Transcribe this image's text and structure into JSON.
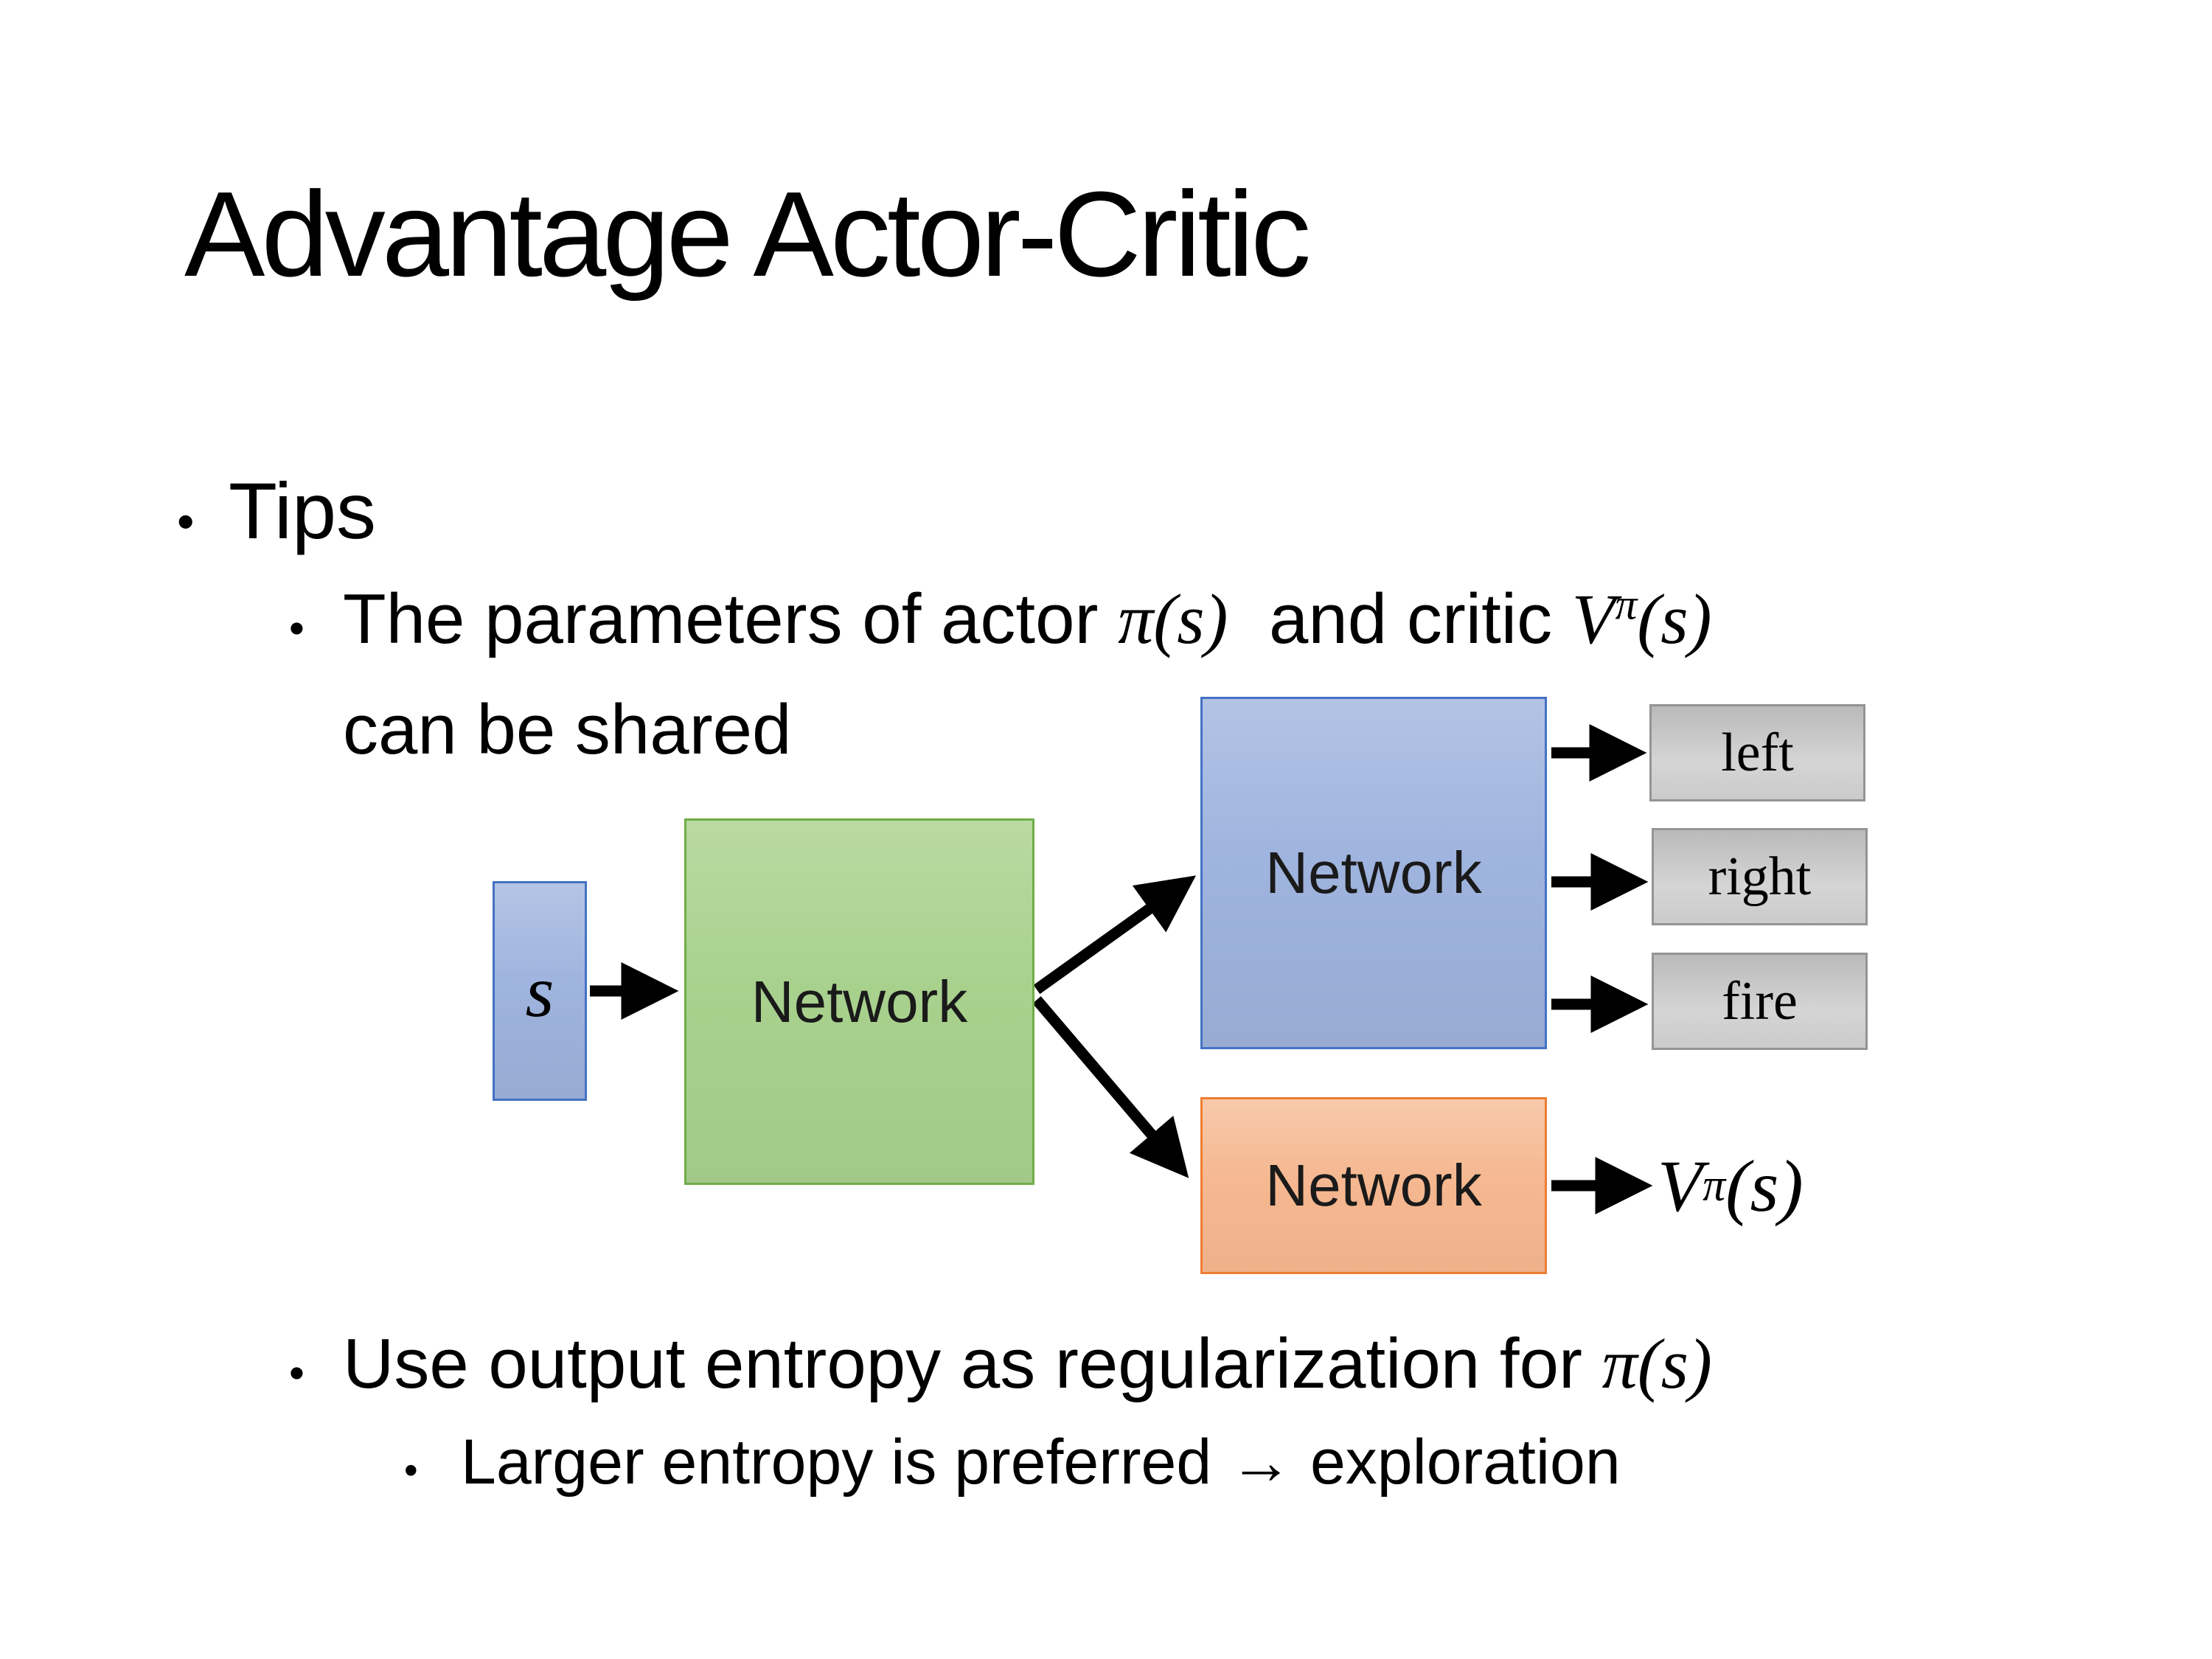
{
  "slide": {
    "title": "Advantage Actor-Critic",
    "bullet_glyph": "•",
    "tips_label": "Tips",
    "parameters": {
      "line1_prefix": "The parameters of actor ",
      "actor_math": "π(s)",
      "line1_mid": " and critic ",
      "critic_math": {
        "base": "V",
        "sup": "π",
        "arg": "(s)"
      },
      "line2": "can be shared"
    },
    "entropy": {
      "prefix": "Use output entropy as regularization for ",
      "math": "π(s)"
    },
    "exploration": "Larger entropy is preferred → exploration"
  },
  "diagram": {
    "input_label": "s",
    "shared_network_label": "Network",
    "actor_network_label": "Network",
    "critic_network_label": "Network",
    "actions": [
      "left",
      "right",
      "fire"
    ],
    "value_output": {
      "base": "V",
      "sup": "π",
      "arg": "(s)"
    },
    "colors": {
      "background": "#FFFFFF",
      "text": "#000000",
      "arrow": "#000000",
      "input_fill": "#9FB4DE",
      "input_border": "#4472C4",
      "shared_fill": "#A9D18E",
      "shared_border": "#70AD47",
      "actor_fill": "#9FB4DE",
      "actor_border": "#4472C4",
      "critic_fill": "#F5B78F",
      "critic_border": "#ED7D31",
      "action_fill": "#CFCFCF",
      "action_border": "#949494"
    }
  }
}
